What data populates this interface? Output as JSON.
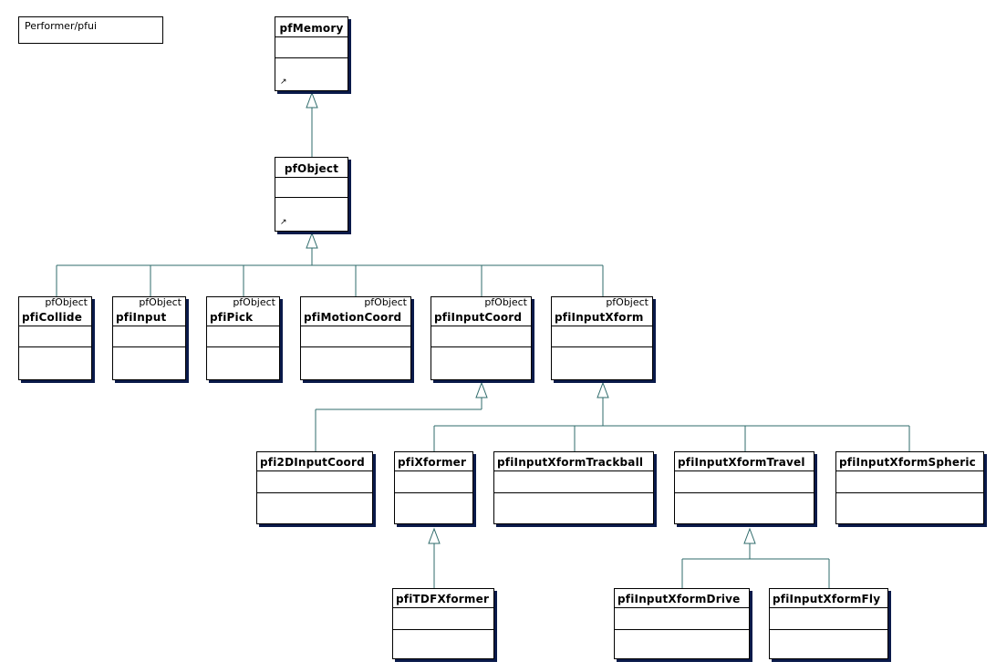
{
  "package_note": "Performer/pfui",
  "classes": {
    "pfMemory": {
      "name": "pfMemory",
      "stereotype": ""
    },
    "pfObject": {
      "name": "pfObject",
      "stereotype": ""
    },
    "pfiCollide": {
      "name": "pfiCollide",
      "stereotype": "pfObject"
    },
    "pfiInput": {
      "name": "pfiInput",
      "stereotype": "pfObject"
    },
    "pfiPick": {
      "name": "pfiPick",
      "stereotype": "pfObject"
    },
    "pfiMotionCoord": {
      "name": "pfiMotionCoord",
      "stereotype": "pfObject"
    },
    "pfiInputCoord": {
      "name": "pfiInputCoord",
      "stereotype": "pfObject"
    },
    "pfiInputXform": {
      "name": "pfiInputXform",
      "stereotype": "pfObject"
    },
    "pfi2DInputCoord": {
      "name": "pfi2DInputCoord",
      "stereotype": ""
    },
    "pfiXformer": {
      "name": "pfiXformer",
      "stereotype": ""
    },
    "pfiInputXformTrackball": {
      "name": "pfiInputXformTrackball",
      "stereotype": ""
    },
    "pfiInputXformTravel": {
      "name": "pfiInputXformTravel",
      "stereotype": ""
    },
    "pfiInputXformSpheric": {
      "name": "pfiInputXformSpheric",
      "stereotype": ""
    },
    "pfiTDFXformer": {
      "name": "pfiTDFXformer",
      "stereotype": ""
    },
    "pfiInputXformDrive": {
      "name": "pfiInputXformDrive",
      "stereotype": ""
    },
    "pfiInputXformFly": {
      "name": "pfiInputXformFly",
      "stereotype": ""
    }
  },
  "line_color": "#2f6b6b",
  "shadow_color": "#0a1a4a",
  "marker_icon": "corner-arrow-icon"
}
